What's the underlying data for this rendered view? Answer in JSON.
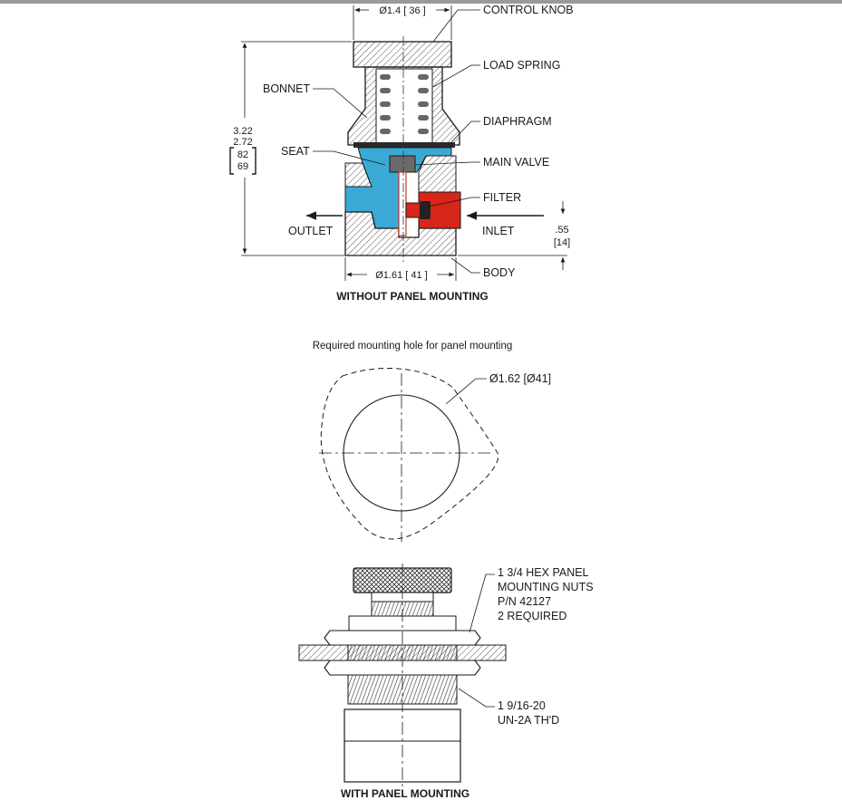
{
  "colors": {
    "outlet_fluid": "#3ba9d6",
    "inlet_fluid": "#d8261b",
    "line": "#1a1a1a",
    "hatch": "#444444"
  },
  "top_view": {
    "dims": {
      "knob_diameter": "Ø1.4 [ 36 ]",
      "height_in_top": "3.22",
      "height_in_bottom": "2.72",
      "height_mm_top": "82",
      "height_mm_bottom": "69",
      "body_diameter": "Ø1.61 [ 41 ]",
      "port_offset_in": ".55",
      "port_offset_mm": "[14]"
    },
    "labels": {
      "control_knob": "CONTROL KNOB",
      "load_spring": "LOAD SPRING",
      "bonnet": "BONNET",
      "diaphragm": "DIAPHRAGM",
      "seat": "SEAT",
      "main_valve": "MAIN VALVE",
      "filter": "FILTER",
      "outlet": "OUTLET",
      "inlet": "INLET",
      "body": "BODY"
    },
    "caption": "WITHOUT PANEL MOUNTING"
  },
  "hole_view": {
    "title": "Required mounting hole for panel mounting",
    "hole_dim": "Ø1.62 [Ø41]"
  },
  "panel_view": {
    "hex_nuts": [
      "1 3/4 HEX PANEL",
      "MOUNTING NUTS",
      "P/N 42127",
      "2 REQUIRED"
    ],
    "thread": [
      "1 9/16-20",
      "UN-2A TH'D"
    ],
    "caption": "WITH PANEL MOUNTING"
  }
}
